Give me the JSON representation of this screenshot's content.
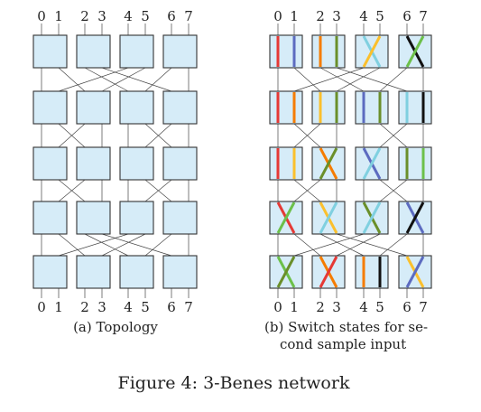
{
  "panel_a": {
    "top_labels": [
      "0",
      "1",
      "2",
      "3",
      "4",
      "5",
      "6",
      "7"
    ],
    "bottom_labels": [
      "0",
      "1",
      "2",
      "3",
      "4",
      "5",
      "6",
      "7"
    ],
    "caption": "(a) Topology"
  },
  "panel_b": {
    "top_labels": [
      "0",
      "1",
      "2",
      "3",
      "4",
      "5",
      "6",
      "7"
    ],
    "bottom_labels": [
      "0",
      "1",
      "2",
      "3",
      "4",
      "5",
      "6",
      "7"
    ],
    "caption_line1": "(b) Switch states for se-",
    "caption_line2": "cond sample input"
  },
  "figure_caption": "Figure 4: 3-Benes network",
  "colors": {
    "box_fill": "#d6ecf8",
    "wire": "#444444",
    "path_colors": [
      "#e53935",
      "#5c6bc0",
      "#f57c00",
      "#6a8f2a",
      "#80d0e0",
      "#fbc02d",
      "#111111",
      "#6cc04a"
    ]
  }
}
